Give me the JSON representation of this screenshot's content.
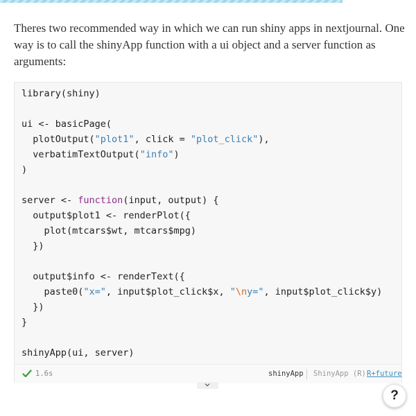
{
  "prose": {
    "paragraph": "Theres two recommended way in which we can run shiny apps in nextjournal. One way is to call the shinyApp function with a ui object and a server function as arguments:"
  },
  "code": {
    "l1": "library(shiny)",
    "l3": "ui <- basicPage(",
    "l4a": "  plotOutput(",
    "l4b": "\"plot1\"",
    "l4c": ", click = ",
    "l4d": "\"plot_click\"",
    "l4e": "),",
    "l5a": "  verbatimTextOutput(",
    "l5b": "\"info\"",
    "l5c": ")",
    "l6": ")",
    "l8a": "server <- ",
    "l8b": "function",
    "l8c": "(input, output) {",
    "l9": "  output$plot1 <- renderPlot({",
    "l10": "    plot(mtcars$wt, mtcars$mpg)",
    "l11": "  })",
    "l13": "  output$info <- renderText({",
    "l14a": "    paste0(",
    "l14b": "\"x=\"",
    "l14c": ", input$plot_click$x, ",
    "l14d": "\"",
    "l14e": "\\n",
    "l14f": "y=\"",
    "l14g": ", input$plot_click$y)",
    "l15": "  })",
    "l16": "}",
    "l18": "shinyApp(ui, server)"
  },
  "footer": {
    "runtime": "1.6s",
    "result_name": "shinyApp",
    "runtime_label": "ShinyApp (R)",
    "runtime_link": "R+future"
  },
  "help": {
    "label": "?"
  },
  "colors": {
    "string": "#3a7fb5",
    "keyword": "#8b2e8b",
    "escape": "#d2691e",
    "success": "#3c9a3c",
    "link": "#3a8fbd"
  },
  "icons": {
    "status": "check-icon",
    "collapse": "chevron-down-icon"
  }
}
